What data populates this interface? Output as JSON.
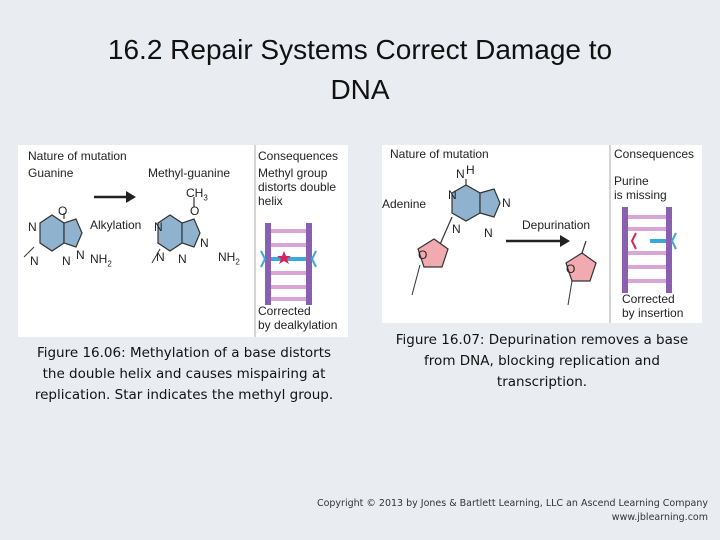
{
  "slide": {
    "title_line1": "16.2  Repair Systems Correct Damage to",
    "title_line2": "DNA"
  },
  "figure1": {
    "nature_label": "Nature of mutation",
    "consequences_label": "Consequences",
    "guanine_label": "Guanine",
    "methylguanine_label": "Methyl-guanine",
    "arrow_label": "Alkylation",
    "consequence_line1": "Methyl group",
    "consequence_line2": "distorts double",
    "consequence_line3": "helix",
    "corrected_line1": "Corrected",
    "corrected_line2": "by dealkylation",
    "chem": {
      "o": "O",
      "n": "N",
      "nh2": "NH",
      "sub2": "2",
      "ch3": "CH",
      "sub3": "3"
    },
    "caption": "Figure 16.06: Methylation of a base distorts the double helix and causes mispairing at replication. Star indicates the methyl group."
  },
  "figure2": {
    "nature_label": "Nature of mutation",
    "consequences_label": "Consequences",
    "adenine_label": "Adenine",
    "arrow_label": "Depurination",
    "consequence_line1": "Purine",
    "consequence_line2": "is missing",
    "corrected_line1": "Corrected",
    "corrected_line2": "by insertion",
    "chem": {
      "n": "N",
      "h": "H",
      "o": "O"
    },
    "caption": "Figure 16.07: Depurination removes a base from DNA, blocking replication and transcription."
  },
  "copyright": {
    "line1": "Copyright © 2013 by Jones & Bartlett Learning, LLC an Ascend Learning Company",
    "line2": "www.jblearning.com"
  },
  "colors": {
    "base_blue": "#8fb3cf",
    "strand_purple": "#8a5fb0",
    "rung_pink": "#d9a6d6",
    "sugar_pink": "#f0aab0",
    "star_red": "#d6245a",
    "bracket_cyan": "#3aa8d8"
  }
}
